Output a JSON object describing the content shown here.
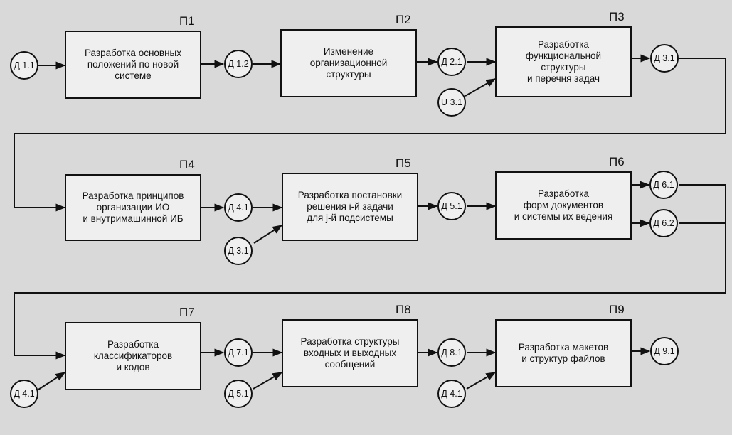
{
  "processes": [
    {
      "id": "p1",
      "label": "П1",
      "text": "Разработка основных\nположений по новой\nсистеме"
    },
    {
      "id": "p2",
      "label": "П2",
      "text": "Изменение\nорганизационной\nструктуры"
    },
    {
      "id": "p3",
      "label": "П3",
      "text": "Разработка\nфункциональной\nструктуры\nи перечня задач"
    },
    {
      "id": "p4",
      "label": "П4",
      "text": "Разработка принципов\nорганизации ИО\nи внутримашинной ИБ"
    },
    {
      "id": "p5",
      "label": "П5",
      "text": "Разработка постановки\nрешения i-й задачи\nдля j-й подсистемы"
    },
    {
      "id": "p6",
      "label": "П6",
      "text": "Разработка\nформ документов\nи системы их ведения"
    },
    {
      "id": "p7",
      "label": "П7",
      "text": "Разработка\nклассификаторов\nи кодов"
    },
    {
      "id": "p8",
      "label": "П8",
      "text": "Разработка структуры\nвходных и выходных\nсообщений"
    },
    {
      "id": "p9",
      "label": "П9",
      "text": "Разработка макетов\nи структур файлов"
    }
  ],
  "nodes": [
    {
      "id": "n_d11",
      "text": "Д 1.1"
    },
    {
      "id": "n_d12",
      "text": "Д 1.2"
    },
    {
      "id": "n_d21",
      "text": "Д 2.1"
    },
    {
      "id": "n_u31",
      "text": "U 3.1"
    },
    {
      "id": "n_d31",
      "text": "Д 3.1"
    },
    {
      "id": "n_d41",
      "text": "Д 4.1"
    },
    {
      "id": "n_d31b",
      "text": "Д 3.1"
    },
    {
      "id": "n_d51",
      "text": "Д 5.1"
    },
    {
      "id": "n_d61",
      "text": "Д 6.1"
    },
    {
      "id": "n_d62",
      "text": "Д 6.2"
    },
    {
      "id": "n_d41b",
      "text": "Д 4.1"
    },
    {
      "id": "n_d71",
      "text": "Д 7.1"
    },
    {
      "id": "n_d51b",
      "text": "Д 5.1"
    },
    {
      "id": "n_d81",
      "text": "Д 8.1"
    },
    {
      "id": "n_d41c",
      "text": "Д 4.1"
    },
    {
      "id": "n_d91",
      "text": "Д 9.1"
    }
  ]
}
